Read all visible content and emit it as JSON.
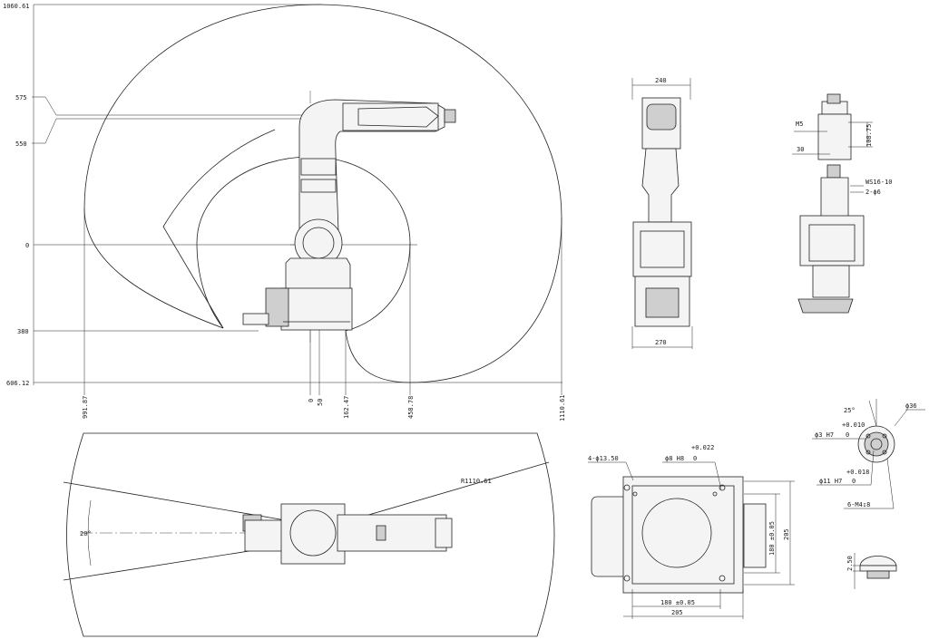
{
  "side_view": {
    "y_labels": [
      "1060.61",
      "575",
      "550",
      "0",
      "380",
      "606.12"
    ],
    "x_labels": [
      "991.87",
      "0",
      "50",
      "162.47",
      "458.78",
      "1110.61"
    ]
  },
  "front_view": {
    "width_top": "240",
    "width_bottom": "270"
  },
  "wrist_view": {
    "labels": [
      "M5",
      "30",
      "108.75",
      "WS16-10",
      "2-ϕ6"
    ]
  },
  "top_view": {
    "radius_label": "R1110.61",
    "angle_label": "20°"
  },
  "base_view": {
    "hole_label": "4-ϕ13.50",
    "pin_label": "ϕ8 H8",
    "pin_tol_upper": "+0.022",
    "pin_tol_lower": "0",
    "vert_inner": "180 ±0.05",
    "vert_outer": "205",
    "horiz_inner": "180 ±0.05",
    "horiz_outer": "205"
  },
  "flange_view": {
    "angle": "25°",
    "outer_dia": "ϕ36",
    "pin_label": "ϕ3 H7",
    "pin_tol_upper": "+0.010",
    "pin_tol_lower": "0",
    "bore_label": "ϕ11 H7",
    "bore_tol_upper": "+0.018",
    "bore_tol_lower": "0",
    "thread_label": "6-M4↧8",
    "depth_label": "2.50"
  }
}
